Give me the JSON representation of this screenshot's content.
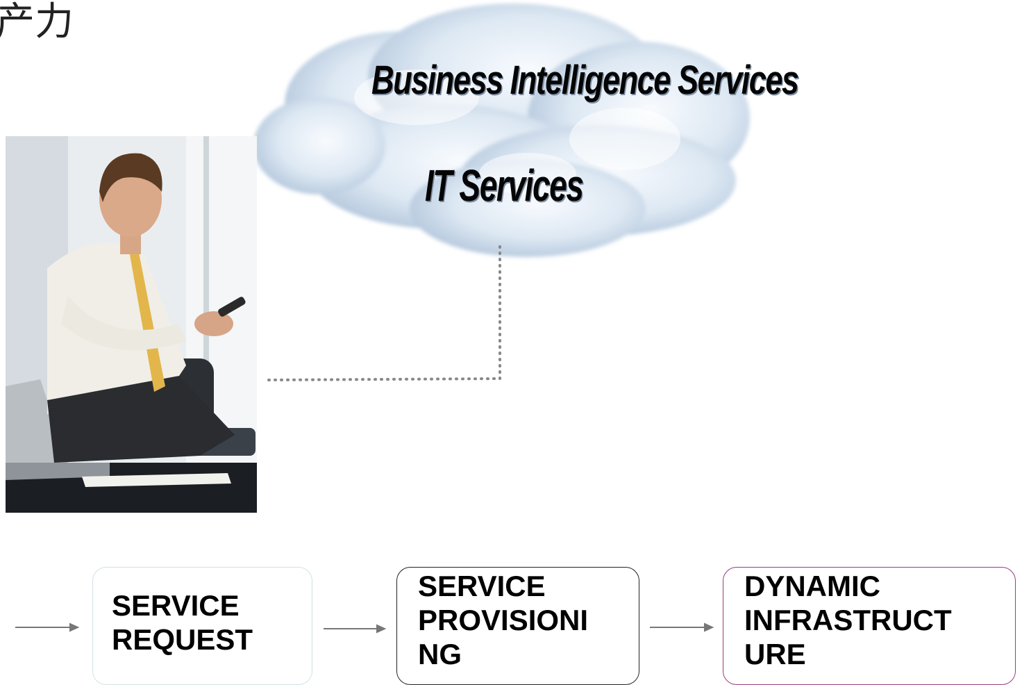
{
  "heading_fragment": "产力",
  "cloud": {
    "title": "Business Intelligence Services",
    "subtitle": "IT Services"
  },
  "flow": {
    "steps": [
      {
        "label": "SERVICE\nREQUEST"
      },
      {
        "label": "SERVICE\nPROVISIONI\nNG"
      },
      {
        "label": "DYNAMIC\nINFRASTRUCT\nURE"
      }
    ]
  },
  "colors": {
    "box1_border": "#cfe3e4",
    "box2_border": "#222222",
    "box3_border": "#9a3a7e",
    "arrow": "#777777",
    "dotted_line": "#888888"
  }
}
